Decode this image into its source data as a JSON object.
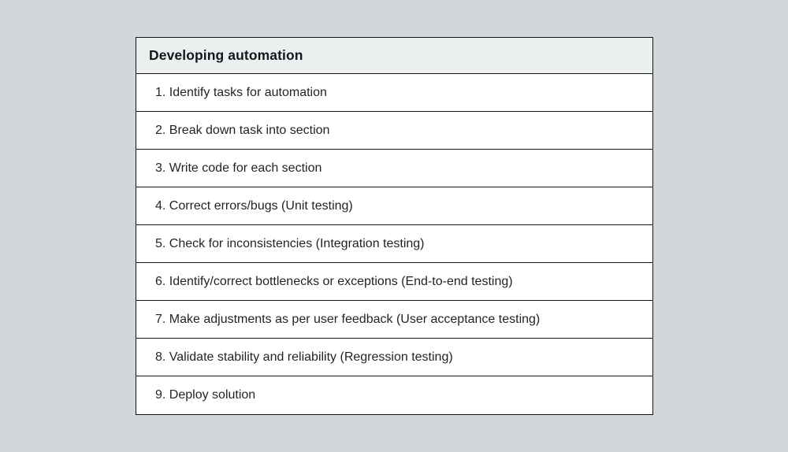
{
  "page": {
    "background_color": "#d2d7da"
  },
  "table": {
    "title": "Developing automation",
    "colors": {
      "header_background": "#eceff0",
      "row_background": "#ffffff",
      "border": "#141414",
      "title_text": "#14171a",
      "row_text": "#1f2328"
    },
    "rows": [
      "1. Identify tasks for automation",
      "2. Break down task into section",
      "3. Write code for each section",
      "4. Correct errors/bugs (Unit testing)",
      "5. Check for inconsistencies (Integration testing)",
      "6. Identify/correct bottlenecks or exceptions (End-to-end testing)",
      "7. Make adjustments as per user feedback (User acceptance testing)",
      "8. Validate stability and reliability (Regression testing)",
      "9. Deploy solution"
    ]
  }
}
